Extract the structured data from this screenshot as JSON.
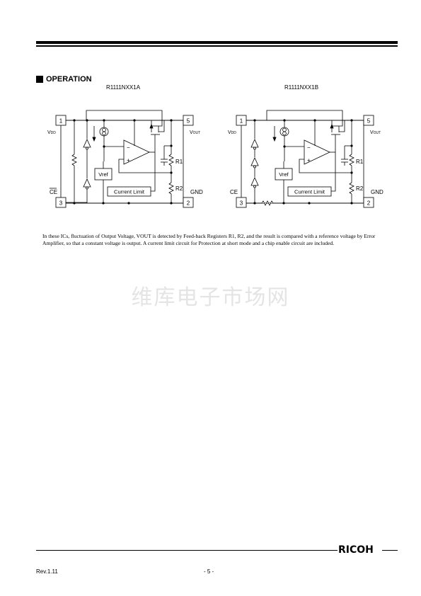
{
  "section": {
    "heading": "OPERATION"
  },
  "diagrams": [
    {
      "title": "R1111NXX1A",
      "pins": {
        "p1": "1",
        "p2": "2",
        "p3": "3",
        "p5": "5"
      },
      "labels": {
        "vdd": "V",
        "vdd_sub": "DD",
        "vout": "V",
        "vout_sub": "OUT",
        "ce": "CE",
        "gnd": "GND",
        "r1": "R1",
        "r2": "R2",
        "vref": "Vref",
        "current_limit": "Current Limit",
        "minus": "−",
        "plus": "+"
      }
    },
    {
      "title": "R1111NXX1B",
      "pins": {
        "p1": "1",
        "p2": "2",
        "p3": "3",
        "p5": "5"
      },
      "labels": {
        "vdd": "V",
        "vdd_sub": "DD",
        "vout": "V",
        "vout_sub": "OUT",
        "ce": "CE",
        "gnd": "GND",
        "r1": "R1",
        "r2": "R2",
        "vref": "Vref",
        "current_limit": "Current Limit",
        "minus": "−",
        "plus": "+"
      }
    }
  ],
  "description": "In these ICs, fluctuation of Output Voltage, VOUT is detected by Feed-back Registers R1, R2, and the result is compared with a reference voltage by Error Amplifier, so that a constant voltage is output. A current limit circuit for Protection at short mode and a chip enable circuit are included.",
  "watermark": "维库电子市场网",
  "footer": {
    "logo": "RICOH",
    "revision": "Rev.1.11",
    "page": "- 5 -"
  }
}
